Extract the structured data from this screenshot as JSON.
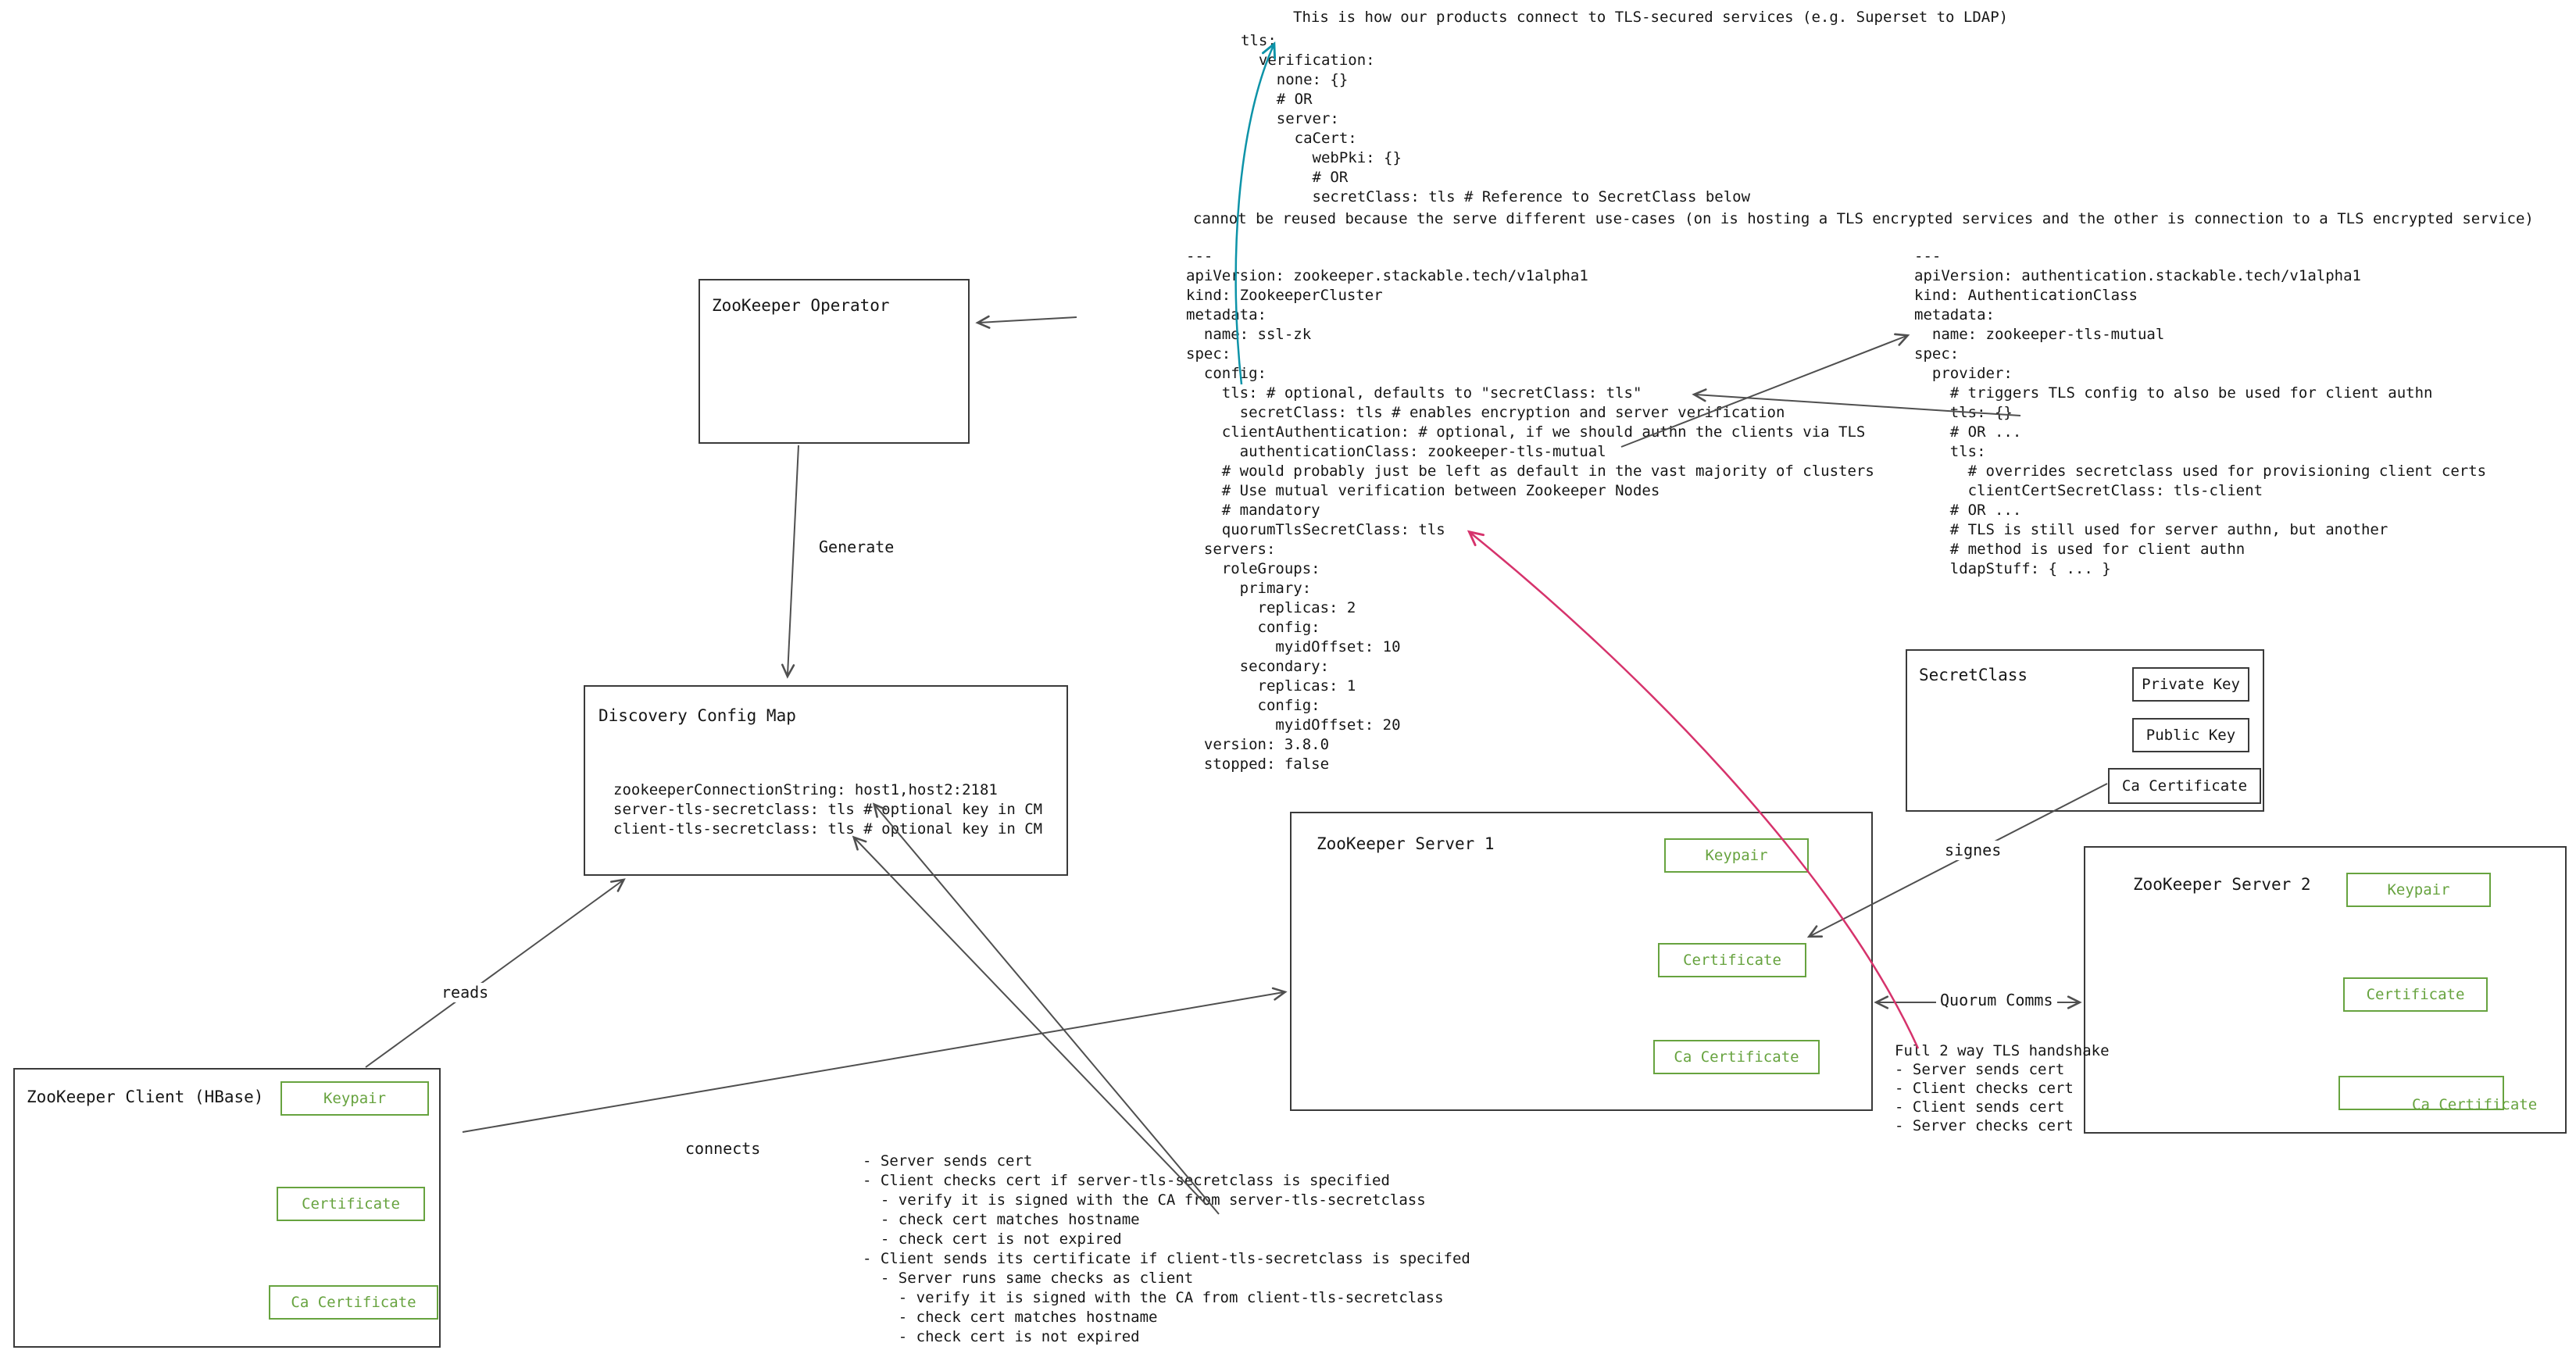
{
  "title": "This is how our products connect to TLS-secured services (e.g. Superset to LDAP)",
  "top_yaml": "tls:\n  verification:\n    none: {}\n    # OR\n    server:\n      caCert:\n        webPki: {}\n        # OR\n        secretClass: tls # Reference to SecretClass below",
  "reuse_note": "cannot be reused because the serve different use-cases (on is hosting a TLS encrypted services and the other is connection to a TLS encrypted service)",
  "zookeeper_cluster_yaml": "---\napiVersion: zookeeper.stackable.tech/v1alpha1\nkind: ZookeeperCluster\nmetadata:\n  name: ssl-zk\nspec:\n  config:\n    tls: # optional, defaults to \"secretClass: tls\"\n      secretClass: tls # enables encryption and server verification\n    clientAuthentication: # optional, if we should authn the clients via TLS\n      authenticationClass: zookeeper-tls-mutual\n    # would probably just be left as default in the vast majority of clusters\n    # Use mutual verification between Zookeeper Nodes\n    # mandatory\n    quorumTlsSecretClass: tls\n  servers:\n    roleGroups:\n      primary:\n        replicas: 2\n        config:\n          myidOffset: 10\n      secondary:\n        replicas: 1\n        config:\n          myidOffset: 20\n  version: 3.8.0\n  stopped: false",
  "authentication_class_yaml": "---\napiVersion: authentication.stackable.tech/v1alpha1\nkind: AuthenticationClass\nmetadata:\n  name: zookeeper-tls-mutual\nspec:\n  provider:\n    # triggers TLS config to also be used for client authn\n    tls: {}\n    # OR ...\n    tls:\n      # overrides secretclass used for provisioning client certs\n      clientCertSecretClass: tls-client\n    # OR ...\n    # TLS is still used for server authn, but another\n    # method is used for client authn\n    ldapStuff: { ... }",
  "boxes": {
    "operator": {
      "label": "ZooKeeper Operator"
    },
    "discovery_config_map": {
      "label": "Discovery Config Map",
      "entries": "zookeeperConnectionString: host1,host2:2181\nserver-tls-secretclass: tls # optional key in CM\nclient-tls-secretclass: tls # optional key in CM"
    },
    "client": {
      "label": "ZooKeeper Client (HBase)",
      "items": [
        "Keypair",
        "Certificate",
        "Ca Certificate"
      ]
    },
    "server1": {
      "label": "ZooKeeper Server 1",
      "items": [
        "Keypair",
        "Certificate",
        "Ca Certificate"
      ]
    },
    "server2": {
      "label": "ZooKeeper Server 2",
      "items": [
        "Keypair",
        "Certificate",
        "Ca Certificate"
      ]
    },
    "secret_class": {
      "label": "SecretClass",
      "items": [
        "Private Key",
        "Public Key",
        "Ca Certificate"
      ]
    }
  },
  "edge_labels": {
    "generate": "Generate",
    "reads": "reads",
    "connects": "connects",
    "signes": "signes",
    "quorum_comms": "Quorum Comms"
  },
  "handshake_note": "Full 2 way TLS handshake\n- Server sends cert\n- Client checks cert\n- Client sends cert\n- Server checks cert",
  "tls_checks_note": "- Server sends cert\n- Client checks cert if server-tls-secretclass is specified\n  - verify it is signed with the CA from server-tls-secretclass\n  - check cert matches hostname\n  - check cert is not expired\n- Client sends its certificate if client-tls-secretclass is specifed\n  - Server runs same checks as client\n    - verify it is signed with the CA from client-tls-secretclass\n    - check cert matches hostname\n    - check cert is not expired",
  "colors": {
    "accent_teal": "#0d93a8",
    "accent_pink": "#d6336c",
    "accent_green": "#67a33f",
    "line_gray": "#4f4f4f"
  }
}
